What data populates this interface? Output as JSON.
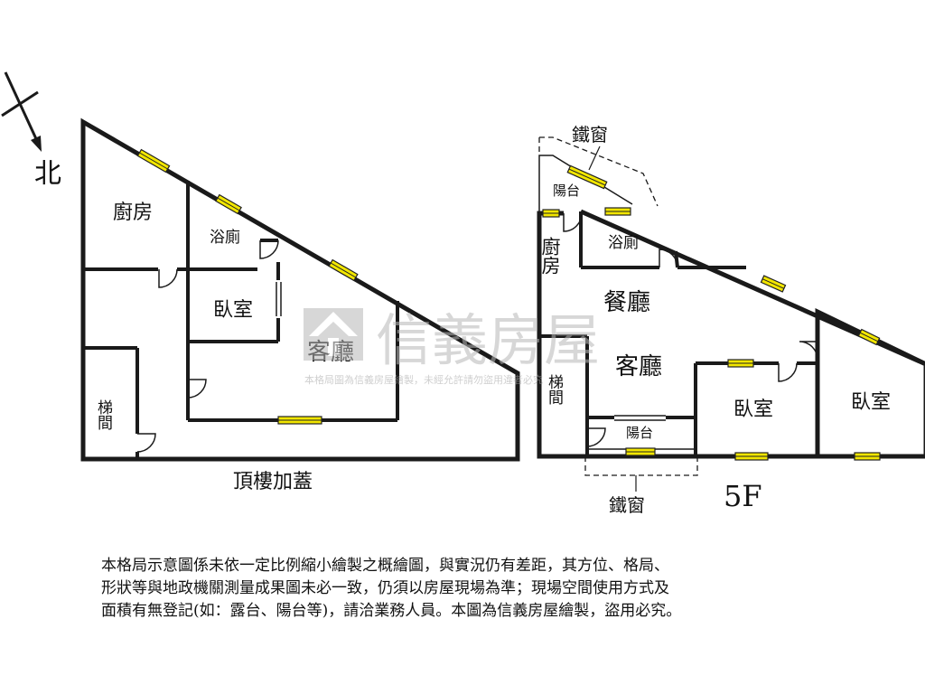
{
  "compass": {
    "north_label": "北"
  },
  "watermark": {
    "brand": "信義房屋",
    "notice": "本格局圖為信義房屋繪製，未經允許請勿盜用違者必究"
  },
  "rooftop_plan": {
    "caption": "頂樓加蓋",
    "rooms": {
      "kitchen": "廚房",
      "bathroom": "浴廁",
      "bedroom": "臥室",
      "living_room": "客廳",
      "stairs": "梯間"
    }
  },
  "fifth_floor_plan": {
    "floor_label": "5F",
    "rooms": {
      "iron_window_top": "鐵窗",
      "balcony_top": "陽台",
      "kitchen": "廚房",
      "bathroom": "浴廁",
      "dining_room": "餐廳",
      "living_room": "客廳",
      "stairs": "梯間",
      "balcony_bottom": "陽台",
      "bedroom_middle": "臥室",
      "bedroom_right": "臥室",
      "iron_window_bottom": "鐵窗"
    }
  },
  "disclaimer": {
    "line1": "本格局示意圖係未依一定比例縮小繪製之概繪圖，與實況仍有差距，其方位、格局、",
    "line2": "形狀等與地政機關測量成果圖未必一致，仍須以房屋現場為準；現場空間使用方式及",
    "line3": "面積有無登記(如：露台、陽台等)，請洽業務人員。本圖為信義房屋繪製，盜用必究。"
  },
  "colors": {
    "wall": "#1a1a1a",
    "window_fill": "#f2e600",
    "watermark": "#d4d4d4"
  }
}
